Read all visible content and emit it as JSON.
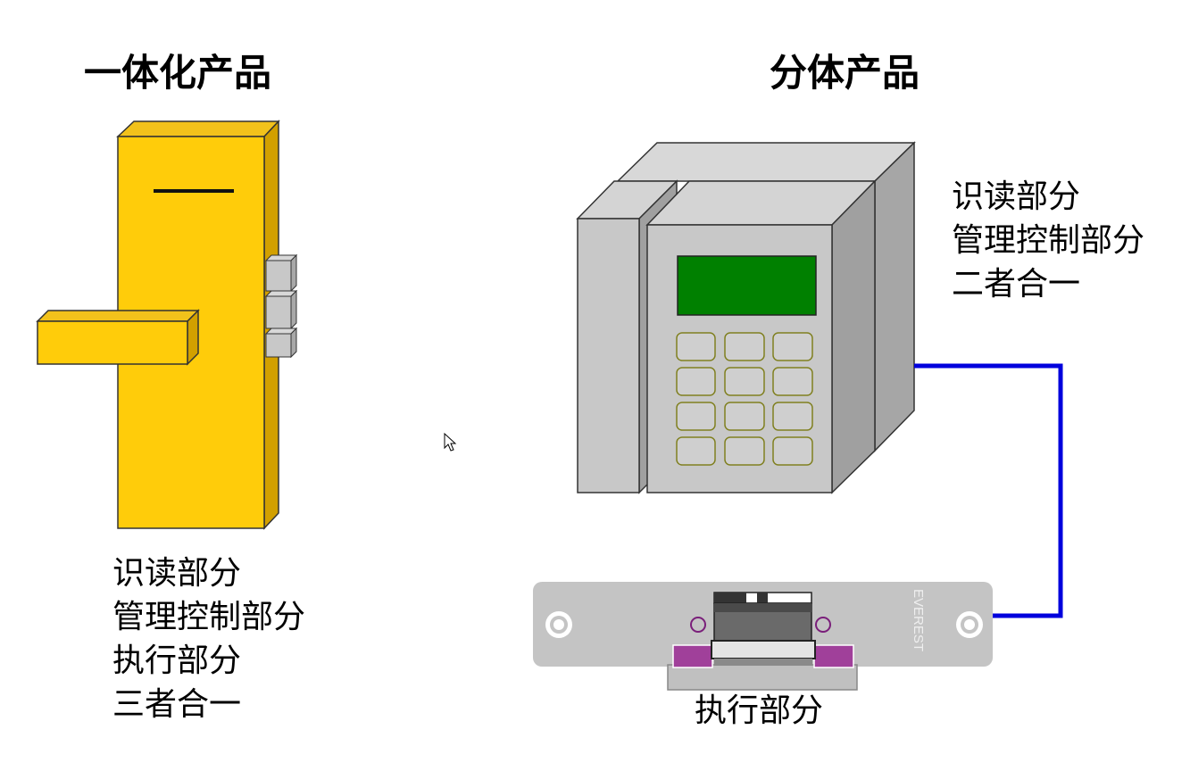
{
  "titles": {
    "left": "一体化产品",
    "right": "分体产品"
  },
  "left_labels": [
    "识读部分",
    "管理控制部分",
    "执行部分",
    "三者合一"
  ],
  "right_labels": [
    "识读部分",
    "管理控制部分",
    "二者合一"
  ],
  "bottom_label": "执行部分",
  "strike_brand": "EVERESТ",
  "colors": {
    "lock_face": "#FFCC0A",
    "lock_side": "#D2A000",
    "lock_top": "#F2C21B",
    "device_gray": "#C8C8C8",
    "device_dark": "#A0A0A0",
    "lcd": "#008000",
    "key_border": "#808020",
    "wire": "#0000DD",
    "strike_plate": "#C4C4C4",
    "strike_accent": "#A0409A"
  }
}
